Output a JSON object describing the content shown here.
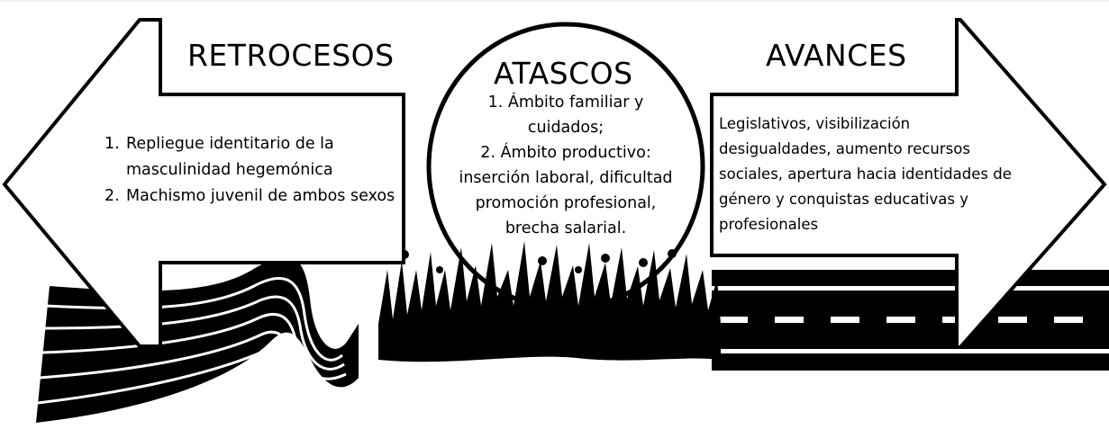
{
  "diagram": {
    "left": {
      "title": "RETROCESOS",
      "items": [
        {
          "num": "1.",
          "text": "Repliegue identitario de la masculinidad hegemónica"
        },
        {
          "num": "2.",
          "text": "Machismo juvenil de ambos sexos"
        }
      ]
    },
    "middle": {
      "title": "ATASCOS",
      "items": [
        {
          "text": "1. Ámbito familiar y cuidados;"
        },
        {
          "text": "2. Ámbito productivo: inserción laboral, dificultad promoción profesional, brecha salarial."
        }
      ]
    },
    "right": {
      "title": "AVANCES",
      "text": "Legislativos, visibilización desigualdades, aumento recursos sociales, apertura hacia identidades de género y conquistas educativas y profesionales"
    }
  }
}
